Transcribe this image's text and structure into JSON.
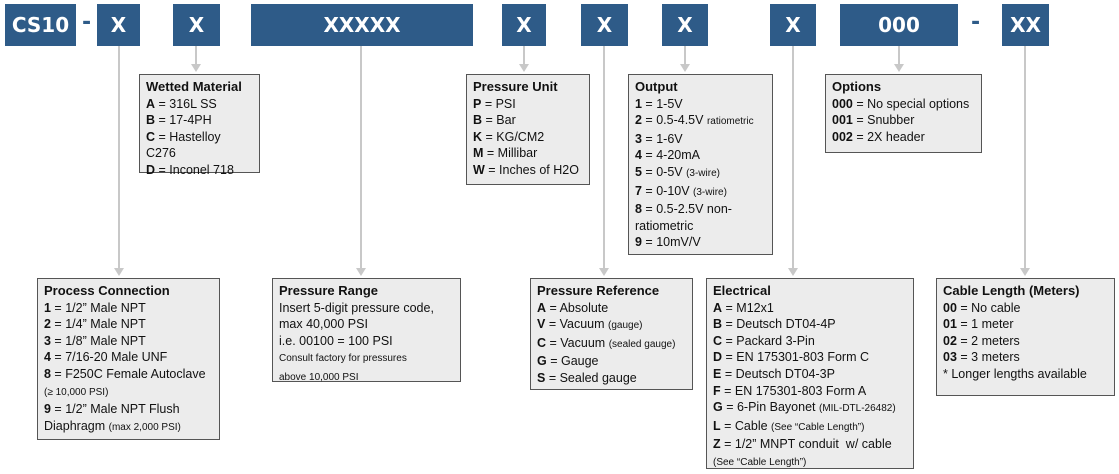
{
  "codes": {
    "c0": "CS10",
    "d1": "-",
    "c1": "X",
    "c2": "X",
    "c3": "XXXXX",
    "c4": "X",
    "c5": "X",
    "c6": "X",
    "c7": "X",
    "c8": "000",
    "d2": "-",
    "c9": "XX"
  },
  "wetted": {
    "title": "Wetted Material",
    "items": [
      {
        "key": "A",
        "text": " = 316L SS"
      },
      {
        "key": "B",
        "text": " = 17-4PH"
      },
      {
        "key": "C",
        "text": " = Hastelloy C276"
      },
      {
        "key": "D",
        "text": " = Inconel 718"
      }
    ]
  },
  "pressure_unit": {
    "title": "Pressure Unit",
    "items": [
      {
        "key": "P",
        "text": " = PSI"
      },
      {
        "key": "B",
        "text": " = Bar"
      },
      {
        "key": "K",
        "text": " = KG/CM2"
      },
      {
        "key": "M",
        "text": " = Millibar"
      },
      {
        "key": "W",
        "text": " = Inches of H2O"
      }
    ]
  },
  "output": {
    "title": "Output",
    "items": [
      {
        "key": "1",
        "text": " = 1-5V",
        "note": ""
      },
      {
        "key": "2",
        "text": " = 0.5-4.5V ",
        "note": "ratiometric"
      },
      {
        "key": "3",
        "text": " = 1-6V",
        "note": ""
      },
      {
        "key": "4",
        "text": " = 4-20mA",
        "note": ""
      },
      {
        "key": "5",
        "text": " = 0-5V ",
        "note": "(3-wire)"
      },
      {
        "key": "7",
        "text": " = 0-10V ",
        "note": "(3-wire)"
      },
      {
        "key": "8",
        "text": " = 0.5-2.5V non-",
        "note": ""
      },
      {
        "key": "",
        "text": "ratiometric",
        "note": ""
      },
      {
        "key": "9",
        "text": " = 10mV/V",
        "note": ""
      }
    ]
  },
  "options": {
    "title": "Options",
    "items": [
      {
        "key": "000",
        "text": " = No special options"
      },
      {
        "key": "001",
        "text": " = Snubber"
      },
      {
        "key": "002",
        "text": " = 2X header"
      }
    ]
  },
  "process": {
    "title": "Process Connection",
    "items": [
      {
        "key": "1",
        "text": " = 1/2” Male NPT",
        "note": ""
      },
      {
        "key": "2",
        "text": " = 1/4” Male NPT",
        "note": ""
      },
      {
        "key": "3",
        "text": " = 1/8” Male NPT",
        "note": ""
      },
      {
        "key": "4",
        "text": " = 7/16-20 Male UNF",
        "note": ""
      },
      {
        "key": "8",
        "text": " = F250C Female Autoclave",
        "note": ""
      },
      {
        "key": "",
        "text": "",
        "note": "(≥ 10,000 PSI)"
      },
      {
        "key": "9",
        "text": " = 1/2” Male NPT Flush",
        "note": ""
      },
      {
        "key": "",
        "text": "Diaphragm ",
        "note": "(max 2,000 PSI)"
      }
    ]
  },
  "range": {
    "title": "Pressure Range",
    "items": [
      {
        "key": "",
        "text": "Insert 5-digit pressure code,",
        "note": ""
      },
      {
        "key": "",
        "text": "max 40,000 PSI",
        "note": ""
      },
      {
        "key": "",
        "text": "i.e. 00100 = 100 PSI",
        "note": ""
      },
      {
        "key": "",
        "text": "",
        "note": "Consult factory for pressures"
      },
      {
        "key": "",
        "text": "",
        "note": "above 10,000 PSI"
      }
    ]
  },
  "reference": {
    "title": "Pressure Reference",
    "items": [
      {
        "key": "A",
        "text": " = Absolute",
        "note": ""
      },
      {
        "key": "V",
        "text": " = Vacuum ",
        "note": "(gauge)"
      },
      {
        "key": "C",
        "text": " = Vacuum ",
        "note": "(sealed gauge)"
      },
      {
        "key": "G",
        "text": " = Gauge",
        "note": ""
      },
      {
        "key": "S",
        "text": " = Sealed gauge",
        "note": ""
      }
    ]
  },
  "electrical": {
    "title": "Electrical",
    "items": [
      {
        "key": "A",
        "text": " = M12x1",
        "note": ""
      },
      {
        "key": "B",
        "text": " = Deutsch DT04-4P",
        "note": ""
      },
      {
        "key": "C",
        "text": " = Packard 3-Pin",
        "note": ""
      },
      {
        "key": "D",
        "text": " = EN 175301-803 Form C",
        "note": ""
      },
      {
        "key": "E",
        "text": " = Deutsch DT04-3P",
        "note": ""
      },
      {
        "key": "F",
        "text": " = EN 175301-803 Form A",
        "note": ""
      },
      {
        "key": "G",
        "text": " = 6-Pin Bayonet ",
        "note": "(MIL-DTL-26482)"
      },
      {
        "key": "L",
        "text": " = Cable ",
        "note": "(See “Cable Length”)"
      },
      {
        "key": "Z",
        "text": " = 1/2” MNPT conduit  w/ cable",
        "note": ""
      },
      {
        "key": "",
        "text": "",
        "note": "(See “Cable Length”)"
      }
    ]
  },
  "cable": {
    "title": "Cable Length (Meters)",
    "items": [
      {
        "key": "00",
        "text": " = No cable"
      },
      {
        "key": "01",
        "text": " = 1 meter"
      },
      {
        "key": "02",
        "text": " = 2 meters"
      },
      {
        "key": "03",
        "text": " = 3 meters"
      },
      {
        "key": "",
        "text": "* Longer lengths available"
      }
    ]
  }
}
